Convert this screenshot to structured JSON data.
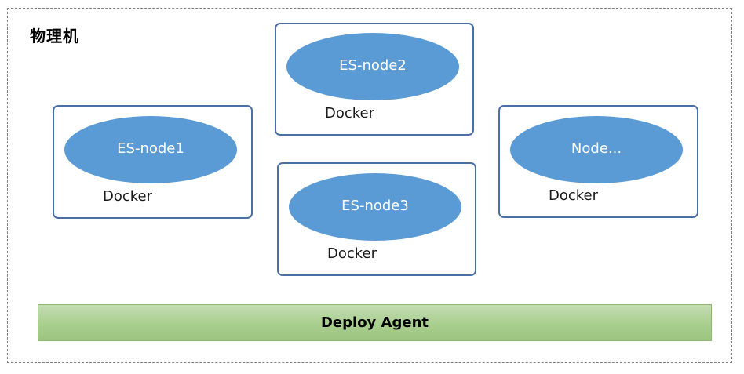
{
  "frame": {
    "label": "物理机"
  },
  "containers": [
    {
      "node_label": "ES-node1",
      "runtime_label": "Docker"
    },
    {
      "node_label": "ES-node2",
      "runtime_label": "Docker"
    },
    {
      "node_label": "ES-node3",
      "runtime_label": "Docker"
    },
    {
      "node_label": "Node...",
      "runtime_label": "Docker"
    }
  ],
  "agent": {
    "label": "Deploy Agent"
  },
  "colors": {
    "node_fill": "#5b9bd5",
    "container_border": "#4a6fa5",
    "agent_fill": "#a9cf8e"
  }
}
